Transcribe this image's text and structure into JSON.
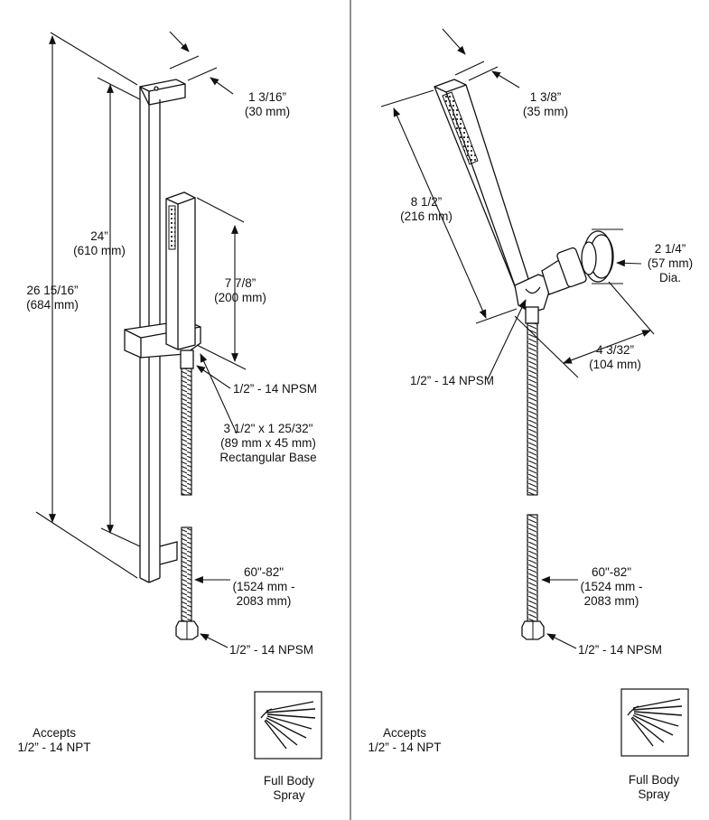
{
  "left_unit": {
    "dim_top_width": {
      "imperial": "1 3/16”",
      "metric": "(30 mm)"
    },
    "dim_bar_length": {
      "imperial": "24”",
      "metric": "(610 mm)"
    },
    "dim_overall_height": {
      "imperial": "26 15/16”",
      "metric": "(684 mm)"
    },
    "dim_handshower_length": {
      "imperial": "7 7/8”",
      "metric": "(200 mm)"
    },
    "thread_top": "1/2” - 14 NPSM",
    "base": {
      "line1": "3 1/2\" x 1 25/32\"",
      "line2": "(89 mm x 45 mm)",
      "line3": "Rectangular Base"
    },
    "hose": {
      "line1": "60\"-82\"",
      "line2": "(1524 mm -",
      "line3": "2083 mm)"
    },
    "thread_bottom": "1/2” - 14 NPSM",
    "accepts": {
      "line1": "Accepts",
      "line2": "1/2” - 14 NPT"
    },
    "spray": {
      "icon": "full-body-spray-icon",
      "line1": "Full Body",
      "line2": "Spray"
    }
  },
  "right_unit": {
    "dim_top_width": {
      "imperial": "1 3/8”",
      "metric": "(35 mm)"
    },
    "dim_handshower_length": {
      "imperial": "8 1/2”",
      "metric": "(216 mm)"
    },
    "dim_flange": {
      "imperial": "2 1/4”",
      "metric": "(57 mm)",
      "note": "Dia."
    },
    "dim_projection": {
      "imperial": "4 3/32”",
      "metric": "(104 mm)"
    },
    "thread_top": "1/2” - 14 NPSM",
    "hose": {
      "line1": "60\"-82\"",
      "line2": "(1524 mm -",
      "line3": "2083 mm)"
    },
    "thread_bottom": "1/2” - 14 NPSM",
    "accepts": {
      "line1": "Accepts",
      "line2": "1/2” - 14 NPT"
    },
    "spray": {
      "icon": "full-body-spray-icon",
      "line1": "Full Body",
      "line2": "Spray"
    }
  }
}
